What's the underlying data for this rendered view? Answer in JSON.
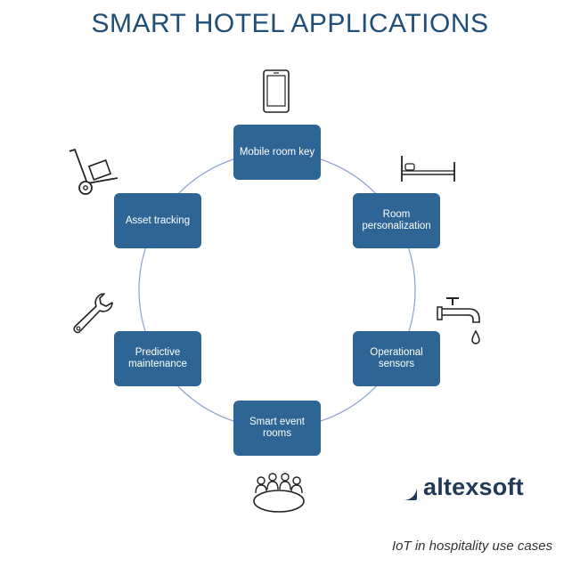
{
  "title": "SMART HOTEL APPLICATIONS",
  "nodes": {
    "mobile_room_key": "Mobile room key",
    "room_personalization": "Room personalization",
    "operational_sensors": "Operational sensors",
    "smart_event_rooms": "Smart event rooms",
    "predictive_maintenance": "Predictive maintenance",
    "asset_tracking": "Asset tracking"
  },
  "icons": {
    "mobile_room_key": "smartphone-icon",
    "room_personalization": "bed-icon",
    "operational_sensors": "faucet-icon",
    "smart_event_rooms": "meeting-table-icon",
    "predictive_maintenance": "wrench-icon",
    "asset_tracking": "hand-truck-icon"
  },
  "logo": {
    "text": "altexsoft"
  },
  "caption": "IoT in hospitality use cases",
  "colors": {
    "title": "#1f4e79",
    "node_fill": "#2e6595",
    "ring": "#8a9fcf",
    "logo": "#1e3a56"
  }
}
